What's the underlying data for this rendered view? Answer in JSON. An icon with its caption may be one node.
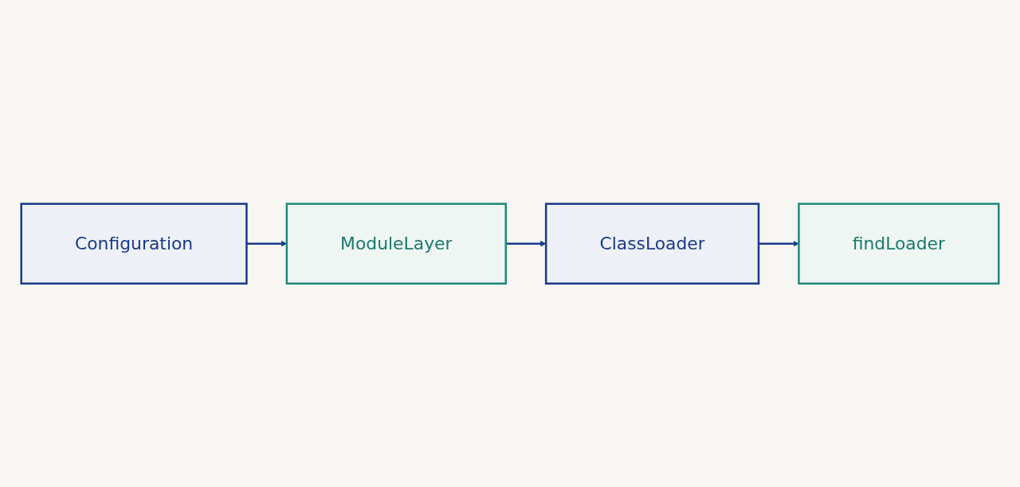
{
  "diagram": {
    "nodes": [
      {
        "text": [
          "Configuration"
        ]
      },
      {
        "text": [
          "ModuleLayer"
        ]
      },
      {
        "text": [
          "ClassLoader"
        ]
      },
      {
        "text": [
          "findLoader"
        ]
      }
    ],
    "edges": [
      {
        "from": 0,
        "to": 1,
        "arrow": "to"
      },
      {
        "from": 1,
        "to": 2,
        "arrow": "to"
      },
      {
        "from": 2,
        "to": 3,
        "arrow": "to"
      }
    ]
  }
}
